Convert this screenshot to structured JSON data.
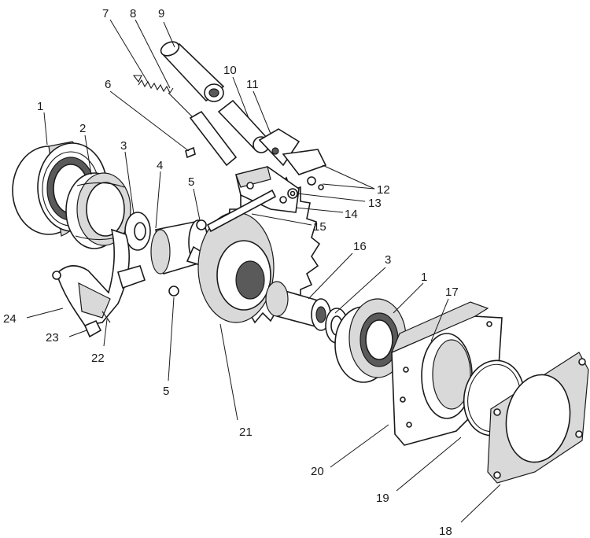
{
  "diagram": {
    "callouts": [
      {
        "id": "c7",
        "text": "7"
      },
      {
        "id": "c8",
        "text": "8"
      },
      {
        "id": "c9",
        "text": "9"
      },
      {
        "id": "c10",
        "text": "10"
      },
      {
        "id": "c11",
        "text": "11"
      },
      {
        "id": "c6",
        "text": "6"
      },
      {
        "id": "c1a",
        "text": "1"
      },
      {
        "id": "c2",
        "text": "2"
      },
      {
        "id": "c3a",
        "text": "3"
      },
      {
        "id": "c4",
        "text": "4"
      },
      {
        "id": "c5a",
        "text": "5"
      },
      {
        "id": "c12",
        "text": "12"
      },
      {
        "id": "c13",
        "text": "13"
      },
      {
        "id": "c14",
        "text": "14"
      },
      {
        "id": "c15",
        "text": "15"
      },
      {
        "id": "c16",
        "text": "16"
      },
      {
        "id": "c3b",
        "text": "3"
      },
      {
        "id": "c1b",
        "text": "1"
      },
      {
        "id": "c17",
        "text": "17"
      },
      {
        "id": "c24",
        "text": "24"
      },
      {
        "id": "c23",
        "text": "23"
      },
      {
        "id": "c22",
        "text": "22"
      },
      {
        "id": "c5b",
        "text": "5"
      },
      {
        "id": "c21",
        "text": "21"
      },
      {
        "id": "c20",
        "text": "20"
      },
      {
        "id": "c19",
        "text": "19"
      },
      {
        "id": "c18",
        "text": "18"
      }
    ]
  }
}
